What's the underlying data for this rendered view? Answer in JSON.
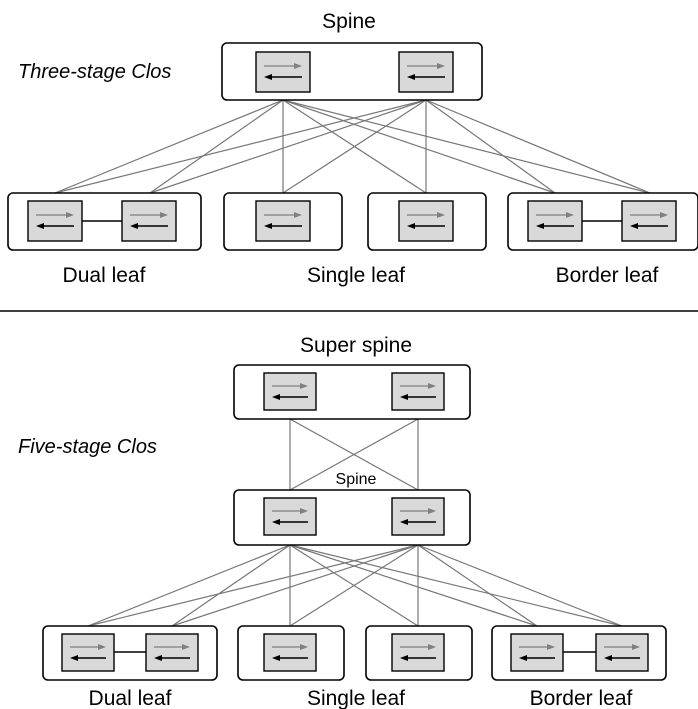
{
  "three_stage": {
    "title": "Three-stage Clos",
    "spine_label": "Spine",
    "leaf_labels": [
      "Dual leaf",
      "Single leaf",
      "Border leaf"
    ]
  },
  "five_stage": {
    "title": "Five-stage Clos",
    "super_spine_label": "Super spine",
    "spine_label": "Spine",
    "leaf_labels": [
      "Dual leaf",
      "Single leaf",
      "Border leaf"
    ]
  },
  "icons": {
    "switch": "switch-icon"
  },
  "colors": {
    "switch_fill": "#d9d9d9",
    "link": "#777777",
    "outline": "#000000"
  }
}
